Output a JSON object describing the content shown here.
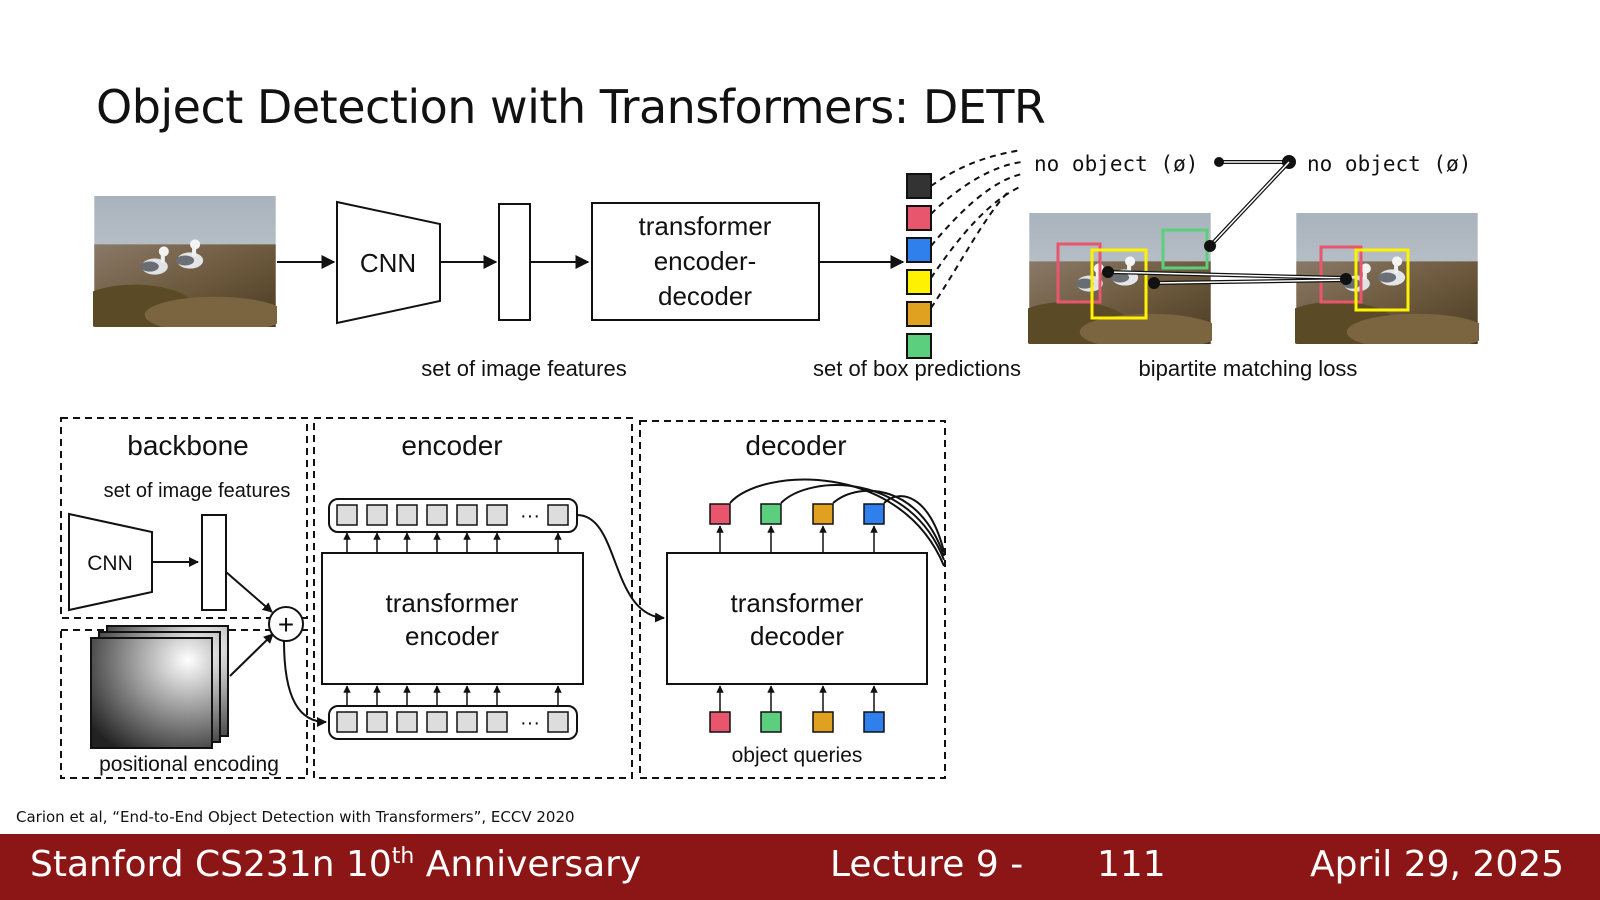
{
  "slide": {
    "title": "Object Detection with Transformers: DETR",
    "citation": "Carion et al, “End-to-End Object Detection with Transformers”, ECCV 2020"
  },
  "top_pipeline": {
    "cnn_label": "CNN",
    "transformer_line1": "transformer",
    "transformer_line2": "encoder-",
    "transformer_line3": "decoder",
    "image_features_caption": "set of image features",
    "box_predictions_caption": "set of box predictions",
    "matching_caption": "bipartite matching loss",
    "no_object_left": "no object (ø)",
    "no_object_right": "no object (ø)",
    "prediction_colors": [
      "#333333",
      "#e8566e",
      "#2f80ed",
      "#fff200",
      "#e0a020",
      "#5ccf7e"
    ]
  },
  "architecture": {
    "backbone_title": "backbone",
    "backbone_features": "set of image features",
    "backbone_cnn": "CNN",
    "positional_encoding": "positional encoding",
    "plus_symbol": "+",
    "encoder_title": "encoder",
    "encoder_line1": "transformer",
    "encoder_line2": "encoder",
    "ellipsis": "···",
    "decoder_title": "decoder",
    "decoder_line1": "transformer",
    "decoder_line2": "decoder",
    "object_queries": "object queries",
    "query_colors": [
      "#e8566e",
      "#5ccf7e",
      "#e0a020",
      "#2f80ed"
    ]
  },
  "footer": {
    "course_prefix": "Stanford CS231n 10",
    "course_sup": "th",
    "course_suffix": " Anniversary",
    "lecture": "Lecture 9 -",
    "page_number": "111",
    "date": "April 29, 2025"
  }
}
